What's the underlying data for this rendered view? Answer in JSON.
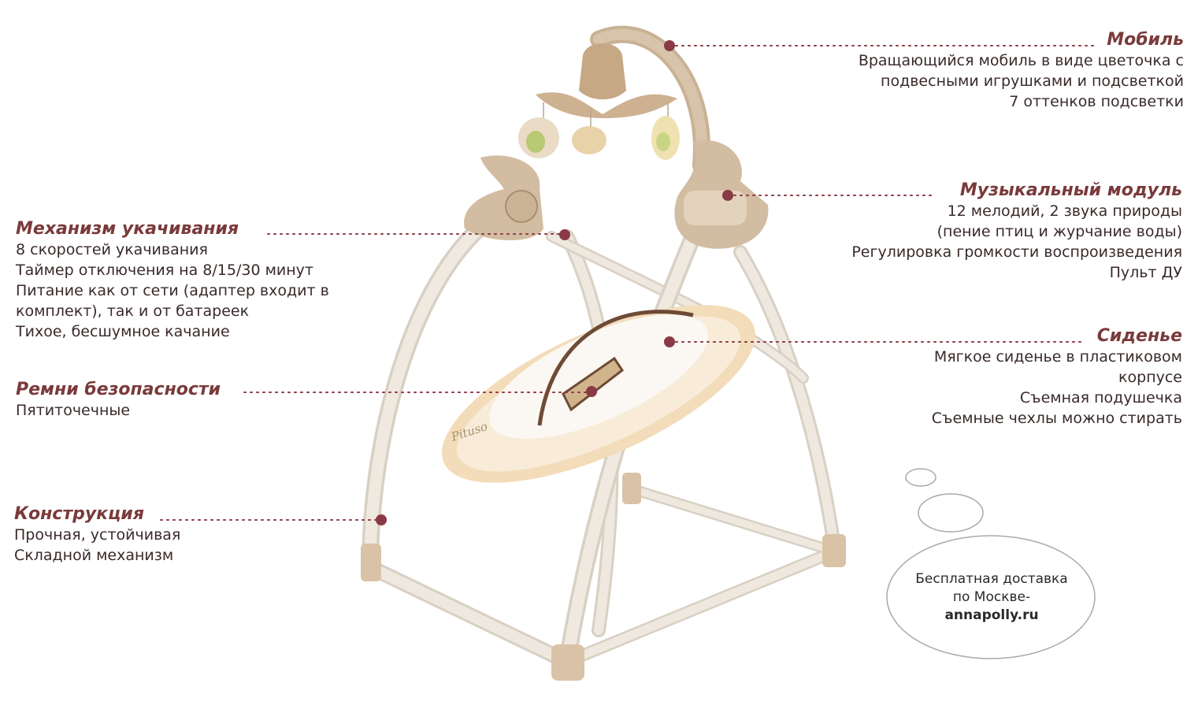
{
  "colors": {
    "accent": "#7a3a3a",
    "leader_dot": "#8a3a44",
    "frame": "#ece6dc",
    "seat": "#f6e3c6",
    "plastic": "#cdb8a1",
    "brown": "#7a5a44"
  },
  "features": {
    "mobile": {
      "title": "Мобиль",
      "lines": [
        "Вращающийся мобиль в виде цветочка с",
        "подвесными игрушками и подсветкой",
        "7 оттенков подсветки"
      ]
    },
    "music": {
      "title": "Музыкальный модуль",
      "lines": [
        "12 мелодий, 2 звука природы",
        "(пение птиц и журчание воды)",
        "Регулировка громкости воспроизведения",
        "Пульт ДУ"
      ]
    },
    "rocking": {
      "title": "Механизм укачивания",
      "lines": [
        "8 скоростей укачивания",
        "Таймер отключения на 8/15/30 минут",
        "Питание как от сети (адаптер входит в",
        "комплект), так и от батареек",
        "Тихое, бесшумное качание"
      ]
    },
    "seat": {
      "title": "Сиденье",
      "lines": [
        "Мягкое сиденье в пластиковом",
        "корпусе",
        "Съемная подушечка",
        "Съемные чехлы можно стирать"
      ]
    },
    "belts": {
      "title": "Ремни безопасности",
      "lines": [
        "Пятиточечные"
      ]
    },
    "frame": {
      "title": "Конструкция",
      "lines": [
        "Прочная, устойчивая",
        "Складной механизм"
      ]
    }
  },
  "bubble": {
    "line1": "Бесплатная доставка",
    "line2": "по Москве-",
    "site": "annapolly.ru"
  },
  "product_logo": "Pituso"
}
